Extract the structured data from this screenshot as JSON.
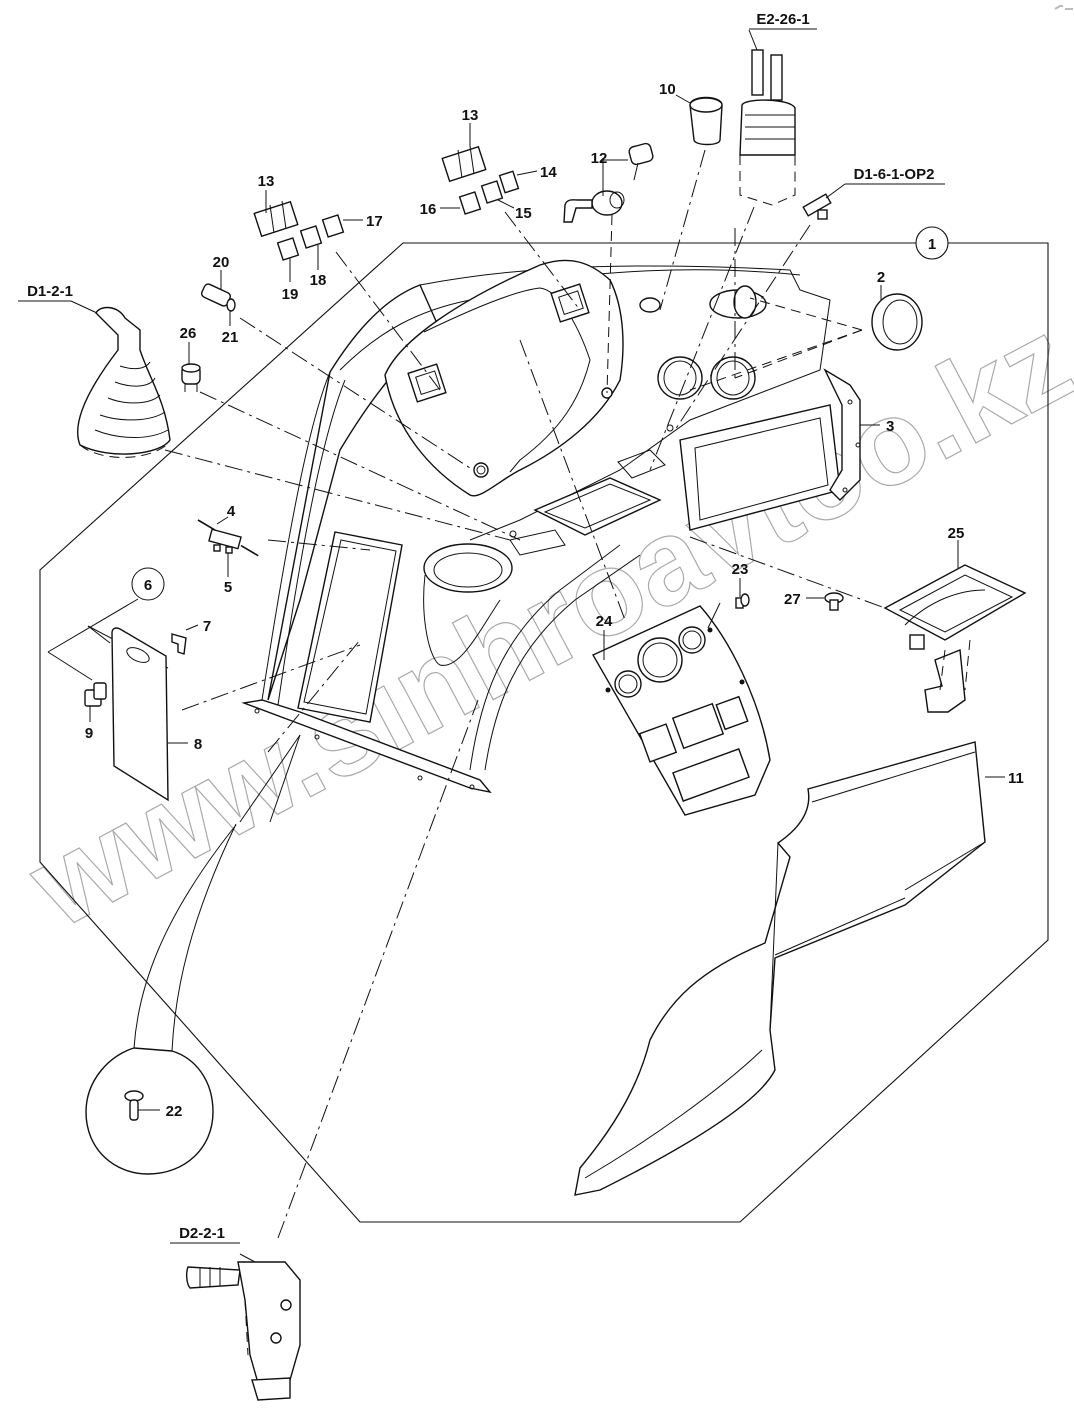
{
  "diagram": {
    "type": "exploded-parts-view",
    "subject": "cab instrument console / dashboard assembly",
    "watermark": "www.sinhroavtoo.kz",
    "assembly_callout": "1",
    "subassembly_callout": "6",
    "reference_labels": [
      {
        "id": "E2-26-1",
        "text": "E2-26-1",
        "part": "dual lever joystick"
      },
      {
        "id": "D1-6-1-OP2",
        "text": "D1-6-1-OP2",
        "part": "rocker switch"
      },
      {
        "id": "D1-2-1",
        "text": "D1-2-1",
        "part": "control lever with boot"
      },
      {
        "id": "D2-2-1",
        "text": "D2-2-1",
        "part": "steering column combination switch"
      }
    ],
    "part_labels": [
      {
        "num": "1",
        "circled": true
      },
      {
        "num": "2"
      },
      {
        "num": "3"
      },
      {
        "num": "4"
      },
      {
        "num": "5"
      },
      {
        "num": "6",
        "circled": true
      },
      {
        "num": "7"
      },
      {
        "num": "8"
      },
      {
        "num": "9"
      },
      {
        "num": "10"
      },
      {
        "num": "11"
      },
      {
        "num": "12"
      },
      {
        "num": "13",
        "occurrence": "right"
      },
      {
        "num": "13",
        "occurrence": "left"
      },
      {
        "num": "14"
      },
      {
        "num": "15"
      },
      {
        "num": "16"
      },
      {
        "num": "17"
      },
      {
        "num": "18"
      },
      {
        "num": "19"
      },
      {
        "num": "20"
      },
      {
        "num": "21"
      },
      {
        "num": "22"
      },
      {
        "num": "23"
      },
      {
        "num": "24"
      },
      {
        "num": "25"
      },
      {
        "num": "26"
      },
      {
        "num": "27"
      }
    ],
    "labels": {
      "l1": "1",
      "l2": "2",
      "l3": "3",
      "l4": "4",
      "l5": "5",
      "l6": "6",
      "l7": "7",
      "l8": "8",
      "l9": "9",
      "l10": "10",
      "l11": "11",
      "l12": "12",
      "l13a": "13",
      "l13b": "13",
      "l14": "14",
      "l15": "15",
      "l16": "16",
      "l17": "17",
      "l18": "18",
      "l19": "19",
      "l20": "20",
      "l21": "21",
      "l22": "22",
      "l23": "23",
      "l24": "24",
      "l25": "25",
      "l26": "26",
      "l27": "27",
      "refE2261": "E2-26-1",
      "refD161": "D1-6-1-OP2",
      "refD121": "D1-2-1",
      "refD221": "D2-2-1"
    }
  }
}
